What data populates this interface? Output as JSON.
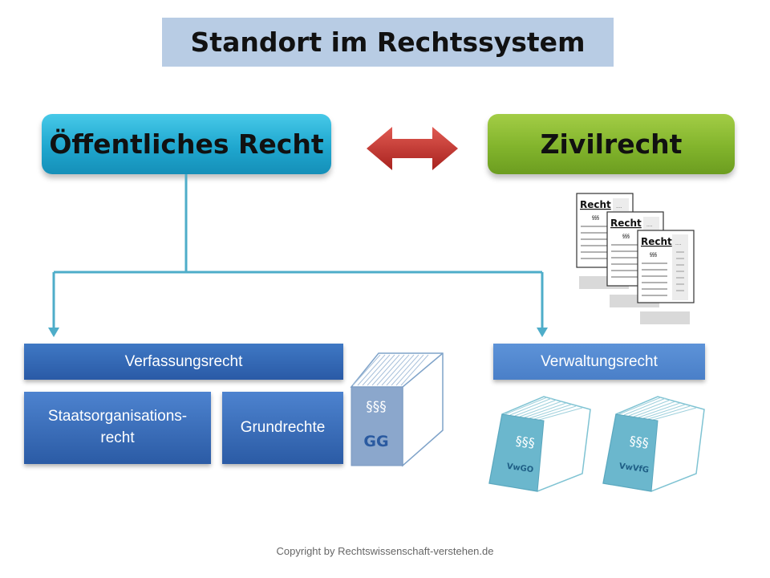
{
  "title": "Standort im Rechtssystem",
  "left_top": "Öffentliches Recht",
  "right_top": "Zivilrecht",
  "verfassungsrecht": "Verfassungsrecht",
  "verwaltungsrecht": "Verwaltungsrecht",
  "staatsorganisation": "Staatsorganisations-recht",
  "grundrechte": "Grundrechte",
  "books": {
    "gg_symbol": "§§§",
    "gg_label": "GG",
    "vwgo_symbol": "§§§",
    "vwgo_label": "VwGO",
    "vwvfg_symbol": "§§§",
    "vwvfg_label": "VwVfG"
  },
  "documents": {
    "title": "Recht",
    "symbol": "§§§",
    "dots": "...."
  },
  "copyright": "Copyright by Rechtswissenschaft-verstehen.de",
  "colors": {
    "title_bg": "#b8cce4",
    "public_law": "#1fa7cf",
    "civil_law": "#82b42c",
    "arrow": "#c0302b",
    "connector": "#4eadc9",
    "blue_box": "#3a6fbf"
  }
}
